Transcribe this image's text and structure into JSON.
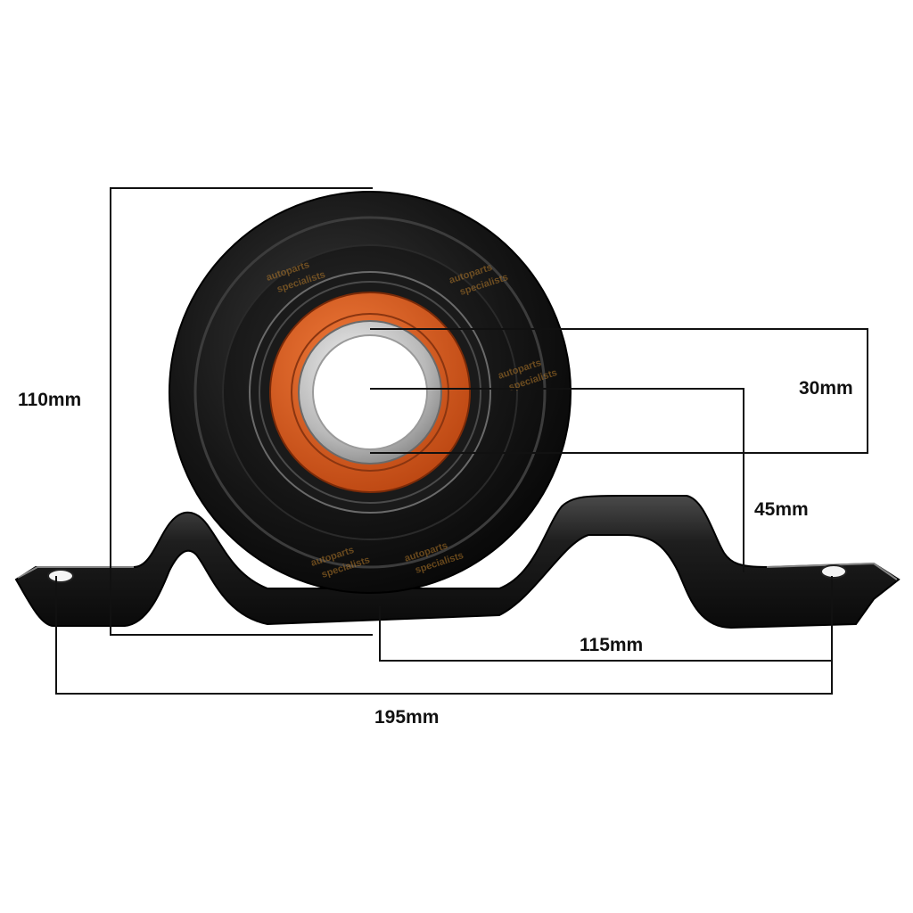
{
  "product": "center bearing with mounting bracket",
  "dimensions": {
    "height": "110mm",
    "bore": "30mm",
    "center_height": "45mm",
    "center_to_hole": "115mm",
    "hole_to_hole": "195mm"
  },
  "watermark": {
    "line1": "autoparts",
    "line2": "specialists"
  },
  "colors": {
    "rubber": "#141414",
    "bracket": "#1c1c1c",
    "bearing_seal": "#d4541e",
    "bearing_race": "#c9c9c9",
    "dimension_line": "#111111"
  }
}
